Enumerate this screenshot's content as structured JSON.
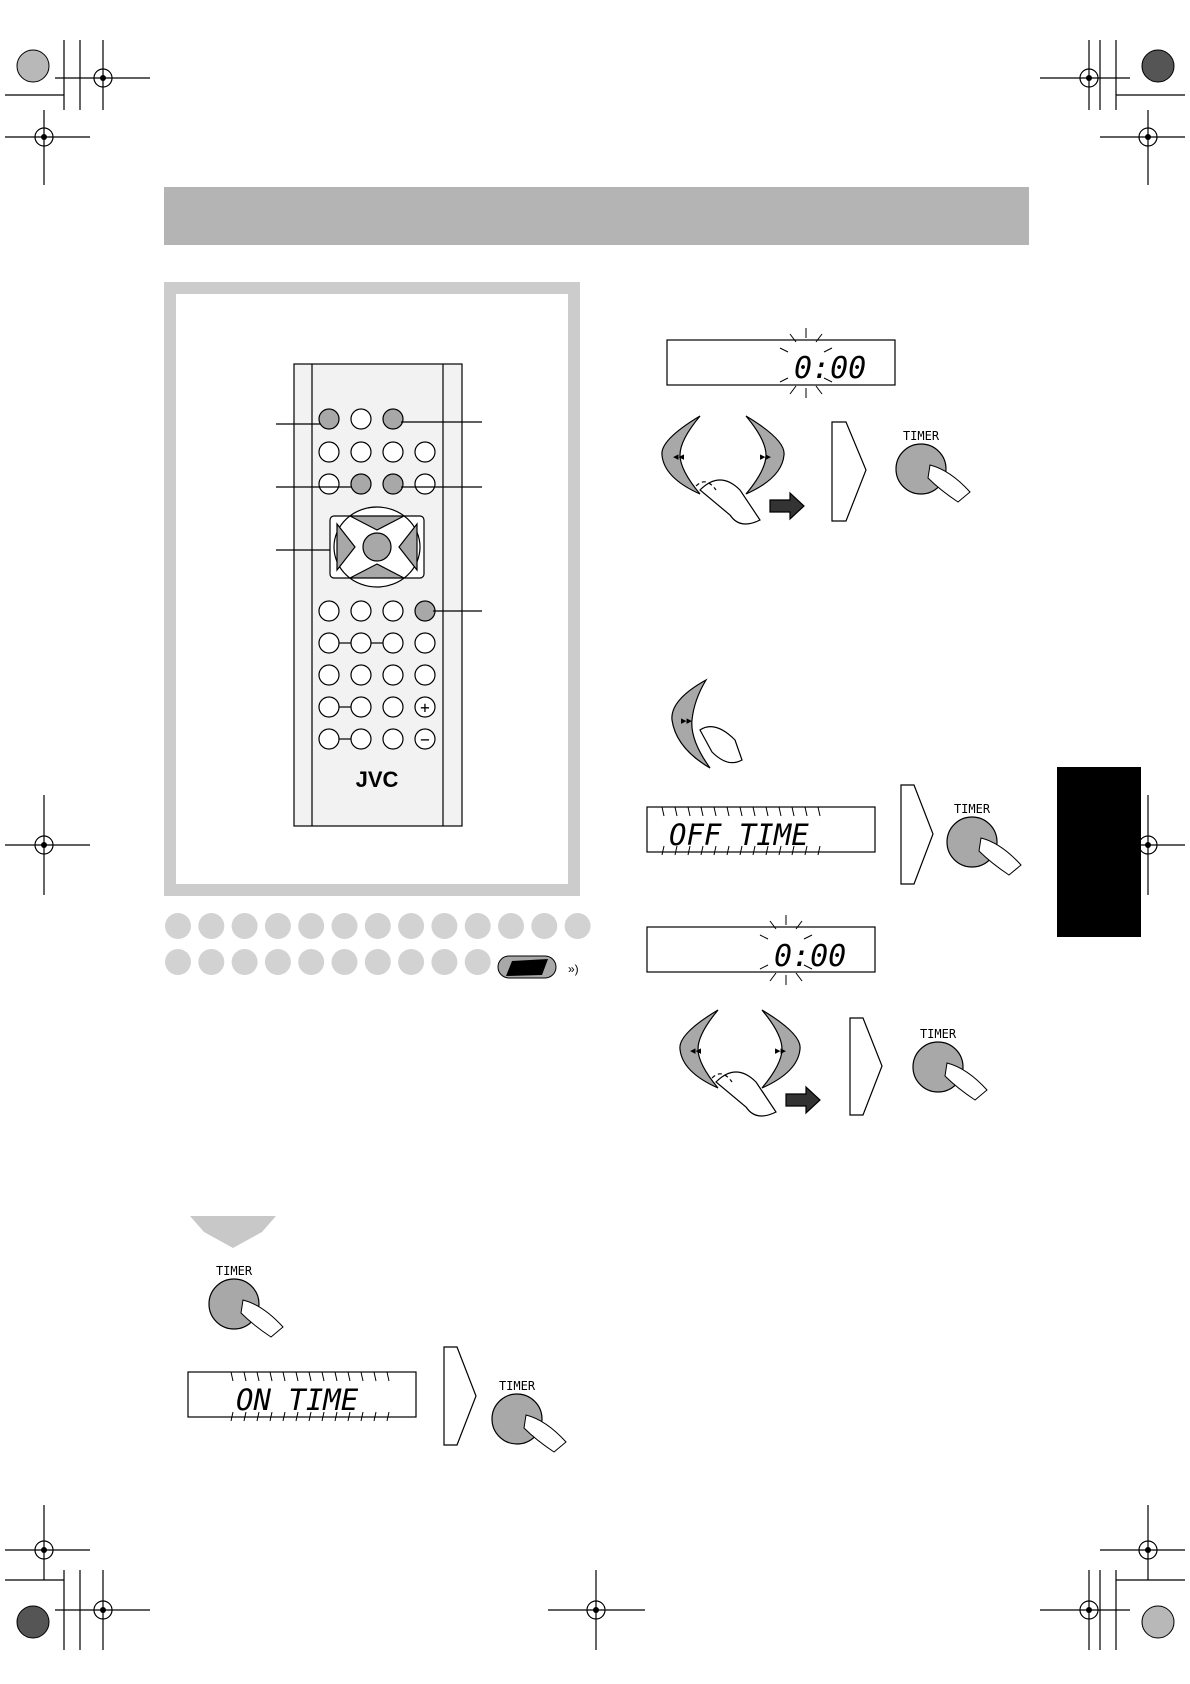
{
  "brand": {
    "logo_text": "JVC"
  },
  "buttons": {
    "timer_label": "TIMER"
  },
  "displays": {
    "time_value_1": "0:00",
    "off_time_text": "OFF TIME",
    "time_value_2": "0:00",
    "on_time_text": "ON TIME"
  },
  "colors": {
    "header_bar": "#b4b4b4",
    "side_tab": "#000000",
    "remote_panel_frame": "#cccccc",
    "highlighted_button": "#a8a8a8",
    "dot": "#d2d2d2"
  }
}
